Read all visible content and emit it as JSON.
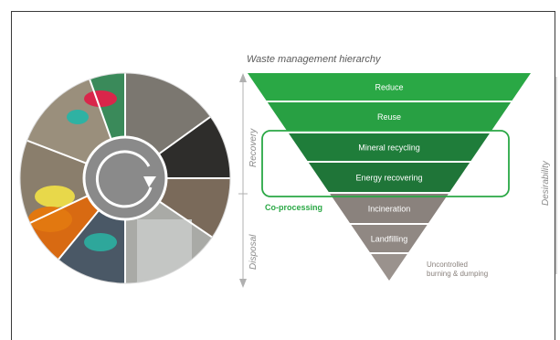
{
  "title": "Waste management hierarchy",
  "levels": [
    {
      "label": "Reduce",
      "color": "#2aa845",
      "text_color": "#ffffff"
    },
    {
      "label": "Reuse",
      "color": "#28a043",
      "text_color": "#ffffff"
    },
    {
      "label": "Mineral recycling",
      "color": "#1f7d3a",
      "text_color": "#ffffff"
    },
    {
      "label": "Energy recovering",
      "color": "#1f7538",
      "text_color": "#ffffff"
    },
    {
      "label": "Incineration",
      "color": "#8a827d",
      "text_color": "#ffffff"
    },
    {
      "label": "Landfilling",
      "color": "#908883",
      "text_color": "#ffffff"
    },
    {
      "label": "",
      "color": "#9a928d",
      "text_color": "#ffffff"
    }
  ],
  "coprocessing_label": "Co-processing",
  "uncontrolled_label_line1": "Uncontrolled",
  "uncontrolled_label_line2": "burning & dumping",
  "recovery_label": "Recovery",
  "disposal_label": "Disposal",
  "desirability_label": "Desirability",
  "colors": {
    "green_accent": "#2aa845",
    "dark_green": "#1f7538",
    "grey": "#8a827d",
    "axis_grey": "#9a9a9a",
    "circle_center": "#8a8a8a"
  },
  "circle_icon": "recycle-loop-icon"
}
